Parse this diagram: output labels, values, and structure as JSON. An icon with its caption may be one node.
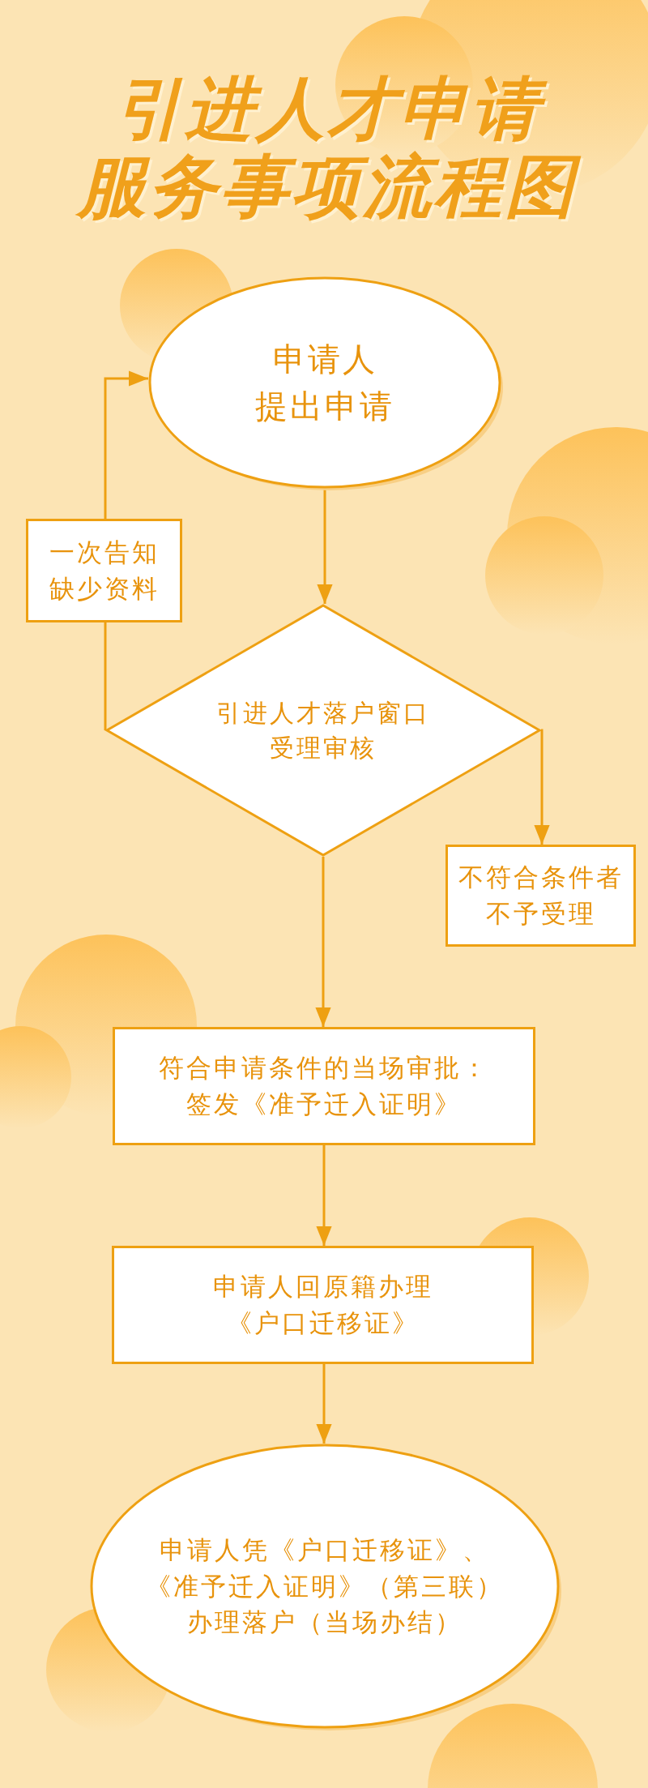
{
  "diagram": {
    "title": "引进人才申请服务事项流程图",
    "nodes": [
      {
        "text": [
          "申请人提出申请"
        ]
      },
      {
        "text": [
          "引进人才落户窗口受理审核"
        ]
      },
      {
        "text": [
          "一次告知缺少资料"
        ]
      },
      {
        "text": [
          "不符合条件者不予受理"
        ]
      },
      {
        "text": [
          "符合申请条件的当场审批：签发《准予迁入证明》"
        ]
      },
      {
        "text": [
          "申请人回原籍办理《户口迁移证》"
        ]
      },
      {
        "text": [
          "申请人凭《户口迁移证》、《准予迁入证明》（第三联）办理落户（当场办结）"
        ]
      }
    ],
    "edges": [
      {
        "from": 0,
        "to": 1,
        "arrow": "to"
      },
      {
        "from": 1,
        "to": 2,
        "arrow": "none"
      },
      {
        "from": 2,
        "to": 0,
        "arrow": "to"
      },
      {
        "from": 1,
        "to": 3,
        "arrow": "to"
      },
      {
        "from": 1,
        "to": 4,
        "arrow": "to"
      },
      {
        "from": 4,
        "to": 5,
        "arrow": "to"
      },
      {
        "from": 5,
        "to": 6,
        "arrow": "to"
      }
    ]
  }
}
